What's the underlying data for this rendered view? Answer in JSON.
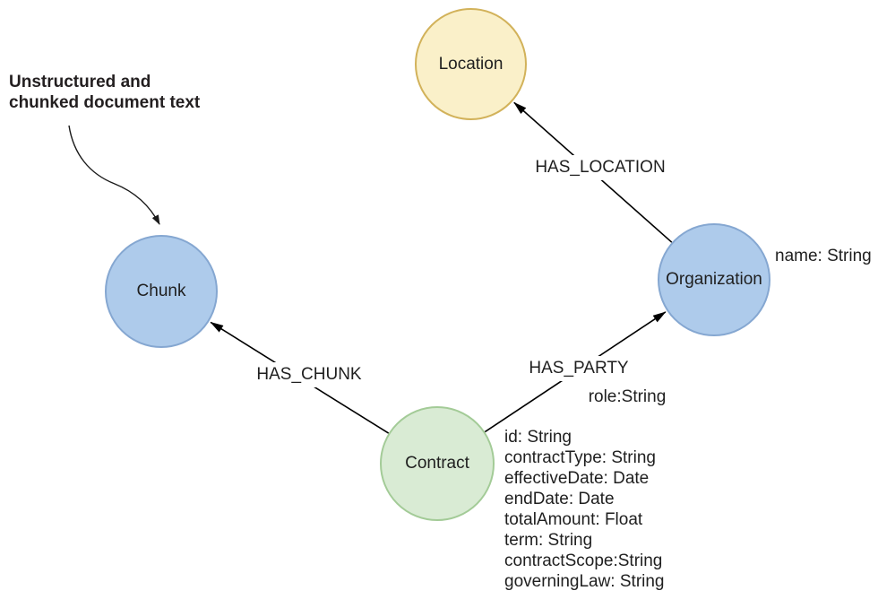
{
  "colors": {
    "background": "#FFFFFF",
    "node_yellow_fill": "#FAF0C9",
    "node_yellow_stroke": "#D2B25A",
    "node_blue_fill": "#AECBEB",
    "node_blue_stroke": "#85A7D1",
    "node_green_fill": "#D9EBD4",
    "node_green_stroke": "#A3CB97",
    "edge_color": "#000000",
    "text_color": "#1F1F1F",
    "annotation_text_color": "#231F20"
  },
  "annotation": {
    "line1": "Unstructured and",
    "line2": "chunked document text",
    "points_to": "Chunk"
  },
  "nodes": {
    "location": {
      "label": "Location"
    },
    "chunk": {
      "label": "Chunk"
    },
    "organization": {
      "label": "Organization",
      "property": "name: String"
    },
    "contract": {
      "label": "Contract",
      "properties": [
        "id: String",
        "contractType: String",
        "effectiveDate: Date",
        "endDate: Date",
        "totalAmount: Float",
        "term: String",
        "contractScope:String",
        "governingLaw: String"
      ]
    }
  },
  "relationships": {
    "has_location": {
      "label": "HAS_LOCATION",
      "from": "Organization",
      "to": "Location"
    },
    "has_chunk": {
      "label": "HAS_CHUNK",
      "from": "Contract",
      "to": "Chunk"
    },
    "has_party": {
      "label": "HAS_PARTY",
      "property": "role:String",
      "from": "Contract",
      "to": "Organization"
    }
  }
}
